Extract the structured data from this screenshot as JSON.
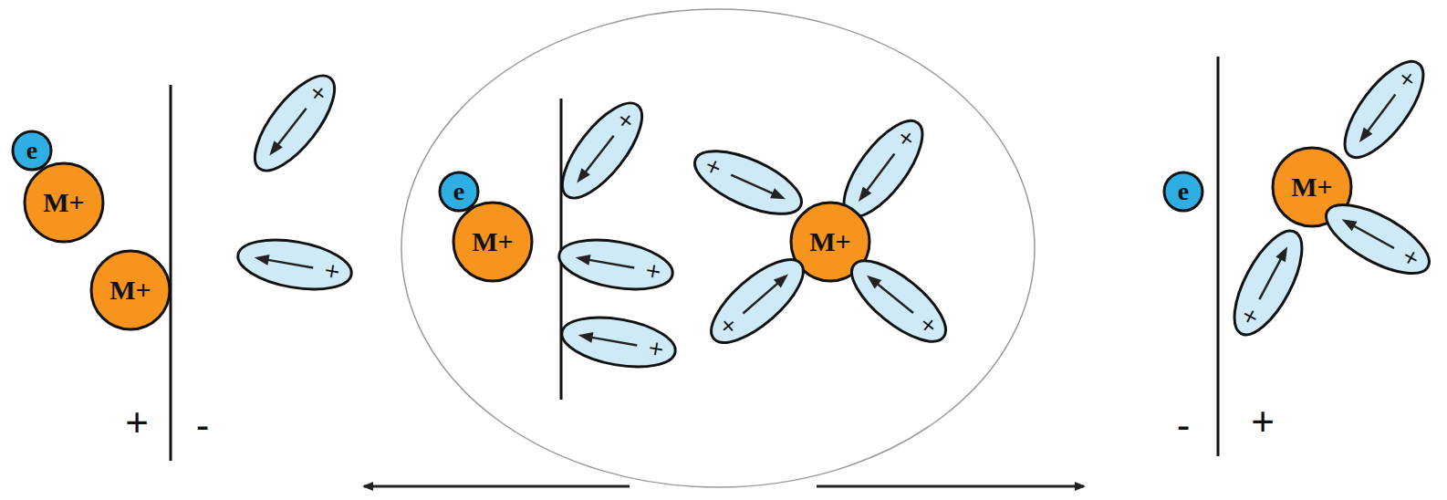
{
  "diagram": {
    "nodes": [
      {
        "text": [
          "e"
        ]
      },
      {
        "text": [
          "M+"
        ]
      },
      {
        "text": [
          "M+"
        ]
      },
      {
        "text": [
          "+"
        ]
      },
      {
        "text": [
          "+"
        ]
      },
      {
        "text": [
          "e"
        ]
      },
      {
        "text": [
          "M+"
        ]
      },
      {
        "text": [
          "+"
        ]
      },
      {
        "text": [
          "+"
        ]
      },
      {
        "text": [
          "+"
        ]
      },
      {
        "text": [
          "+"
        ]
      },
      {
        "text": [
          "+"
        ]
      },
      {
        "text": [
          "M+"
        ]
      },
      {
        "text": [
          "+"
        ]
      },
      {
        "text": [
          "+"
        ]
      },
      {
        "text": [
          "e"
        ]
      },
      {
        "text": [
          "+"
        ]
      },
      {
        "text": [
          "M+"
        ]
      },
      {
        "text": [
          "+"
        ]
      },
      {
        "text": [
          "+"
        ]
      }
    ],
    "labels": [
      "+",
      "-",
      "-",
      "+"
    ]
  }
}
